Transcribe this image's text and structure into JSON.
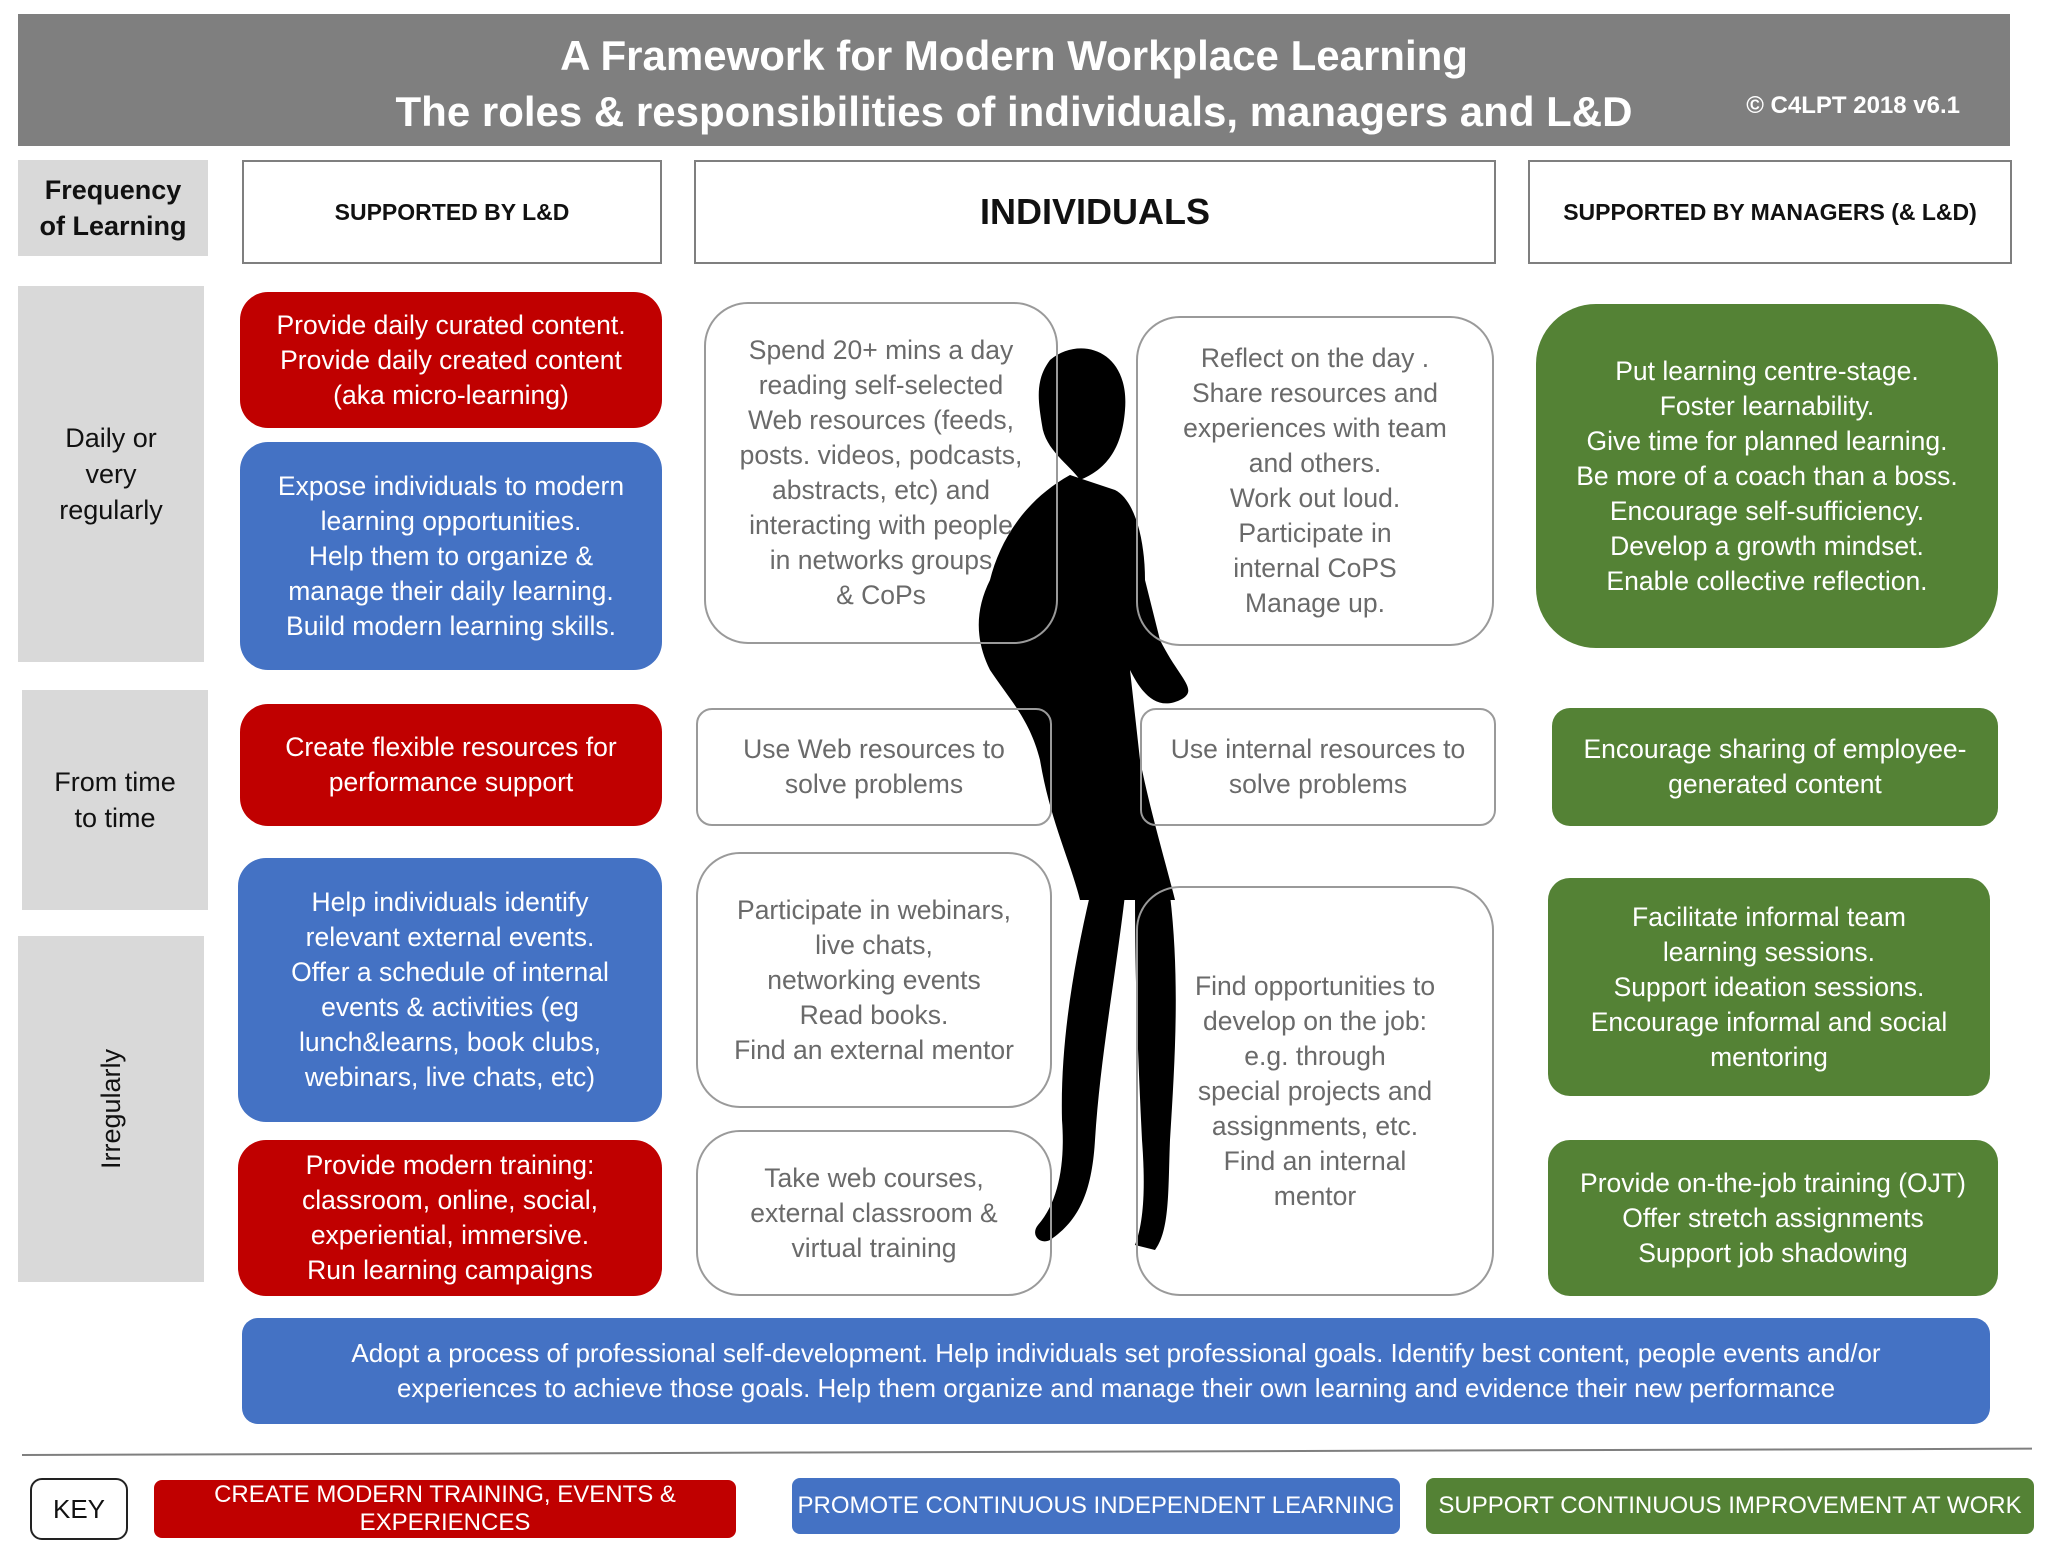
{
  "header": {
    "title": "A Framework for Modern Workplace Learning",
    "subtitle": "The roles & responsibilities of individuals, managers and L&D",
    "copyright": "© C4LPT 2018 v6.1"
  },
  "frequency": {
    "heading": "Frequency\nof Learning",
    "daily": "Daily or\nvery\nregularly",
    "sometimes": "From time\nto time",
    "irregular": "Irregularly"
  },
  "columns": {
    "ld": "SUPPORTED BY L&D",
    "individuals": "INDIVIDUALS",
    "managers": "SUPPORTED BY MANAGERS (& L&D)"
  },
  "ld": {
    "b1": "Provide daily curated content.\nProvide daily created content\n(aka micro-learning)",
    "b2": "Expose individuals to modern\nlearning opportunities.\nHelp them to organize &\nmanage their daily learning.\nBuild modern learning skills.",
    "b3": "Create flexible resources  for\nperformance support",
    "b4": "Help individuals identify\nrelevant external events.\nOffer a schedule of  internal\nevents & activities (eg\nlunch&learns, book clubs,\nwebinars, live chats, etc)",
    "b5": "Provide modern training:\nclassroom, online, social,\nexperiential, immersive.\nRun learning campaigns"
  },
  "individuals": {
    "i1": "Spend 20+ mins a day\nreading self-selected\nWeb resources (feeds,\nposts. videos, podcasts,\nabstracts, etc) and\ninteracting with people\nin networks  groups\n& CoPs",
    "i2": "Reflect on the day .\nShare resources and\nexperiences with team\nand others.\nWork out loud.\nParticipate in\ninternal  CoPS\nManage up.",
    "i3": "Use  Web resources to\nsolve problems",
    "i4": "Use internal resources to\nsolve problems",
    "i5": "Participate in webinars,\nlive chats,\nnetworking events\nRead books.\nFind an external mentor",
    "i6": "Find opportunities to\ndevelop on the job:\ne.g. through\nspecial projects and\nassignments, etc.\nFind an internal\nmentor",
    "i7": "Take web courses,\nexternal classroom &\nvirtual training"
  },
  "managers": {
    "m1": "Put learning centre-stage.\nFoster learnability.\nGive time for planned learning.\nBe more of a coach than a boss.\nEncourage self-sufficiency.\nDevelop a growth mindset.\nEnable collective reflection.",
    "m2": "Encourage sharing of employee-\ngenerated content",
    "m3": "Facilitate informal team\nlearning sessions.\nSupport ideation sessions.\nEncourage informal and social\nmentoring",
    "m4": "Provide on-the-job training (OJT)\nOffer stretch assignments\nSupport job shadowing"
  },
  "bottom": "Adopt a process of professional self-development. Help individuals set professional goals. Identify best content, people events and/or\nexperiences to achieve those goals. Help them organize and manage their own learning and evidence their new performance",
  "key": {
    "label": "KEY",
    "red": "CREATE MODERN TRAINING, EVENTS & EXPERIENCES",
    "blue": "PROMOTE CONTINUOUS INDEPENDENT LEARNING",
    "green": "SUPPORT CONTINUOUS IMPROVEMENT  AT WORK"
  },
  "colors": {
    "red": "#c00000",
    "blue": "#4472c4",
    "green": "#548235",
    "header": "#7f7f7f",
    "frequency": "#d9d9d9"
  }
}
